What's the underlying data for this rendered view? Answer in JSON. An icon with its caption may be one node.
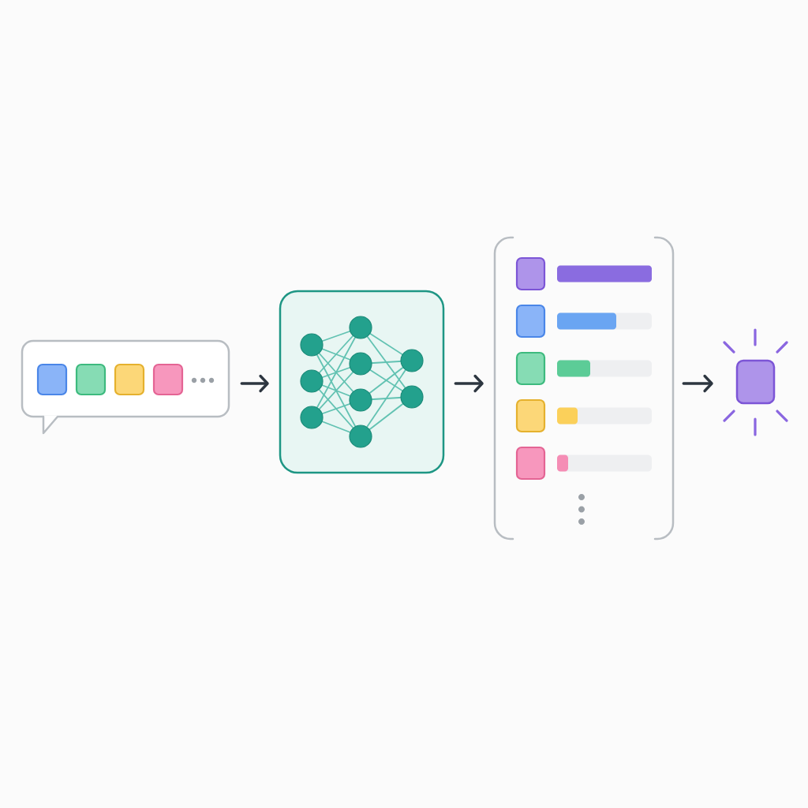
{
  "diagram": {
    "nodes": [
      {
        "text": [],
        "shape": "bubble"
      },
      {
        "text": [],
        "shape": "box"
      },
      {
        "text": [],
        "shape": "bracket"
      },
      {
        "text": [],
        "shape": "box"
      }
    ],
    "edges": [
      {
        "from": 0,
        "to": 1,
        "arrow": "to"
      },
      {
        "from": 1,
        "to": 2,
        "arrow": "to"
      },
      {
        "from": 2,
        "to": 3,
        "arrow": "to"
      }
    ]
  }
}
